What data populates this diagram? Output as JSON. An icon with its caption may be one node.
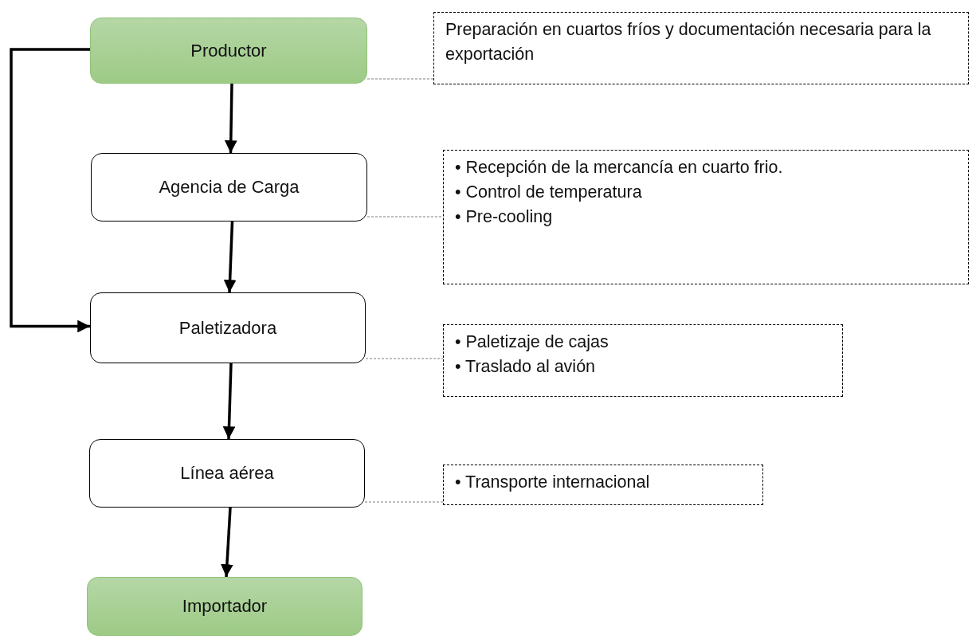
{
  "diagram": {
    "nodes": [
      {
        "text": [
          "Productor"
        ]
      },
      {
        "text": [
          "Preparación en cuartos fríos y documentación necesaria para la exportación"
        ]
      },
      {
        "text": [
          "Agencia de Carga"
        ]
      },
      {
        "text": [
          "• Recepción de la mercancía en cuarto frio.",
          "• Control de temperatura",
          "• Pre-cooling"
        ]
      },
      {
        "text": [
          "Paletizadora"
        ]
      },
      {
        "text": [
          "• Paletizaje de cajas",
          "• Traslado al avión"
        ]
      },
      {
        "text": [
          "Línea aérea"
        ]
      },
      {
        "text": [
          "• Transporte internacional"
        ]
      },
      {
        "text": [
          "Importador"
        ]
      }
    ],
    "edges": [
      {
        "from": 0,
        "to": 2,
        "arrow": "to"
      },
      {
        "from": 0,
        "to": 4,
        "arrow": "to"
      },
      {
        "from": 2,
        "to": 4,
        "arrow": "to"
      },
      {
        "from": 4,
        "to": 6,
        "arrow": "to"
      },
      {
        "from": 6,
        "to": 8,
        "arrow": "to"
      },
      {
        "from": 0,
        "to": 1,
        "arrow": "none",
        "style": "dashed",
        "color": "#808080"
      },
      {
        "from": 2,
        "to": 3,
        "arrow": "none",
        "style": "dashed",
        "color": "#808080"
      },
      {
        "from": 4,
        "to": 5,
        "arrow": "none",
        "style": "dashed",
        "color": "#808080"
      },
      {
        "from": 6,
        "to": 7,
        "arrow": "none",
        "style": "dashed",
        "color": "#808080"
      }
    ]
  }
}
